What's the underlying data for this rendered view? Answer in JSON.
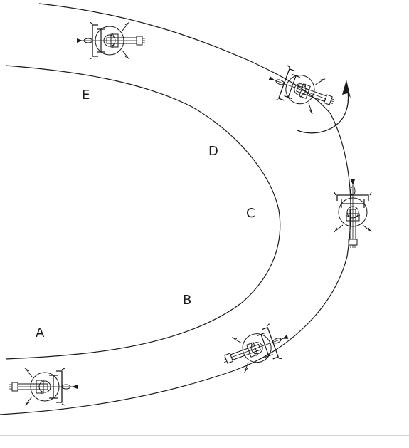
{
  "labels": {
    "a": "A",
    "b": "B",
    "c": "C",
    "d": "D",
    "e": "E"
  },
  "colors": {
    "ink": "#1a1a1a",
    "paper": "#ffffff",
    "rule": "#d5d5d5"
  }
}
